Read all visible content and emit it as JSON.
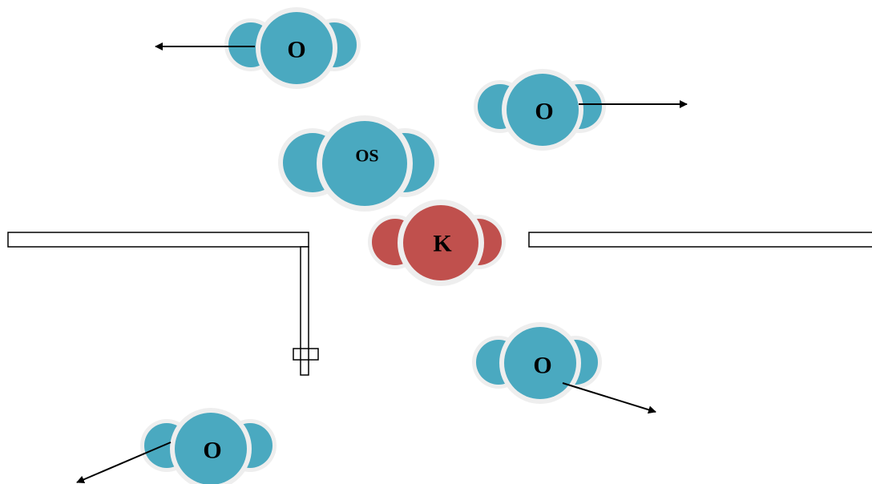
{
  "colors": {
    "water": "#4aa9c0",
    "potassium": "#c0504d",
    "halo": "#eeeeee",
    "wall_fill": "#ffffff",
    "wall_stroke": "#000000",
    "arrow": "#000000"
  },
  "molecules": [
    {
      "id": "o1",
      "label": "O",
      "kind": "water"
    },
    {
      "id": "o2",
      "label": "O",
      "kind": "water"
    },
    {
      "id": "os",
      "label": "OS",
      "kind": "water"
    },
    {
      "id": "k",
      "label": "K",
      "kind": "potassium"
    },
    {
      "id": "o3",
      "label": "O",
      "kind": "water"
    },
    {
      "id": "o4",
      "label": "O",
      "kind": "water"
    }
  ]
}
